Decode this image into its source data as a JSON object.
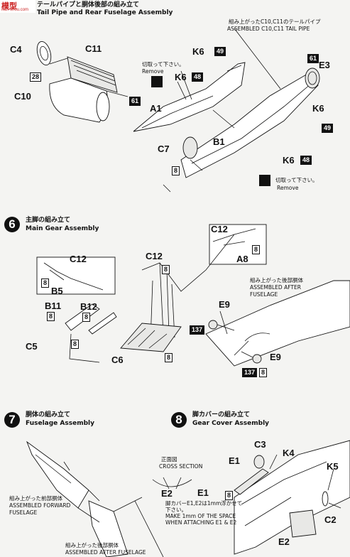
{
  "watermark": {
    "line1": "模型",
    "line2": "nan-shou.com"
  },
  "step5": {
    "title_jp": "テールパイプと胴体後部の組み立て",
    "title_en": "Tail Pipe and Rear Fuselage Assembly",
    "assembled_jp": "組み上がったC10,C11のテールパイプ",
    "assembled_en": "ASSEMBLED C10,C11 TAIL PIPE",
    "remove_jp": "切取って下さい。",
    "remove_en": "Remove",
    "labels": {
      "c4": "C4",
      "c11": "C11",
      "c10": "C10",
      "k6_a": "K6",
      "k6_b": "K6",
      "k6_c": "K6",
      "k6_d": "K6",
      "e3": "E3",
      "a1": "A1",
      "b1": "B1",
      "c7": "C7"
    },
    "nums": {
      "n28": "28",
      "n61a": "61",
      "n49a": "49",
      "n48a": "48",
      "n61b": "61",
      "n49b": "49",
      "n48b": "48",
      "n8": "8"
    }
  },
  "step6": {
    "number": "6",
    "title_jp": "主脚の組み立て",
    "title_en": "Main Gear Assembly",
    "assembled_jp": "組み上がった後部胴体",
    "assembled_en1": "ASSEMBLED AFTER",
    "assembled_en2": "FUSELAGE",
    "labels": {
      "c12_a": "C12",
      "c12_b": "C12",
      "c12_c": "C12",
      "b5": "B5",
      "a8": "A8",
      "b11": "B11",
      "b12": "B12",
      "c5": "C5",
      "c6": "C6",
      "e9_a": "E9",
      "e9_b": "E9"
    },
    "nums": {
      "n8a": "8",
      "n8b": "8",
      "n8c": "8",
      "n8d": "8",
      "n8e": "8",
      "n8f": "8",
      "n8g": "8",
      "n137a": "137",
      "n137b": "137",
      "n8h": "8"
    }
  },
  "step7": {
    "number": "7",
    "title_jp": "胴体の組み立て",
    "title_en": "Fuselage Assembly",
    "fwd_jp": "組み上がった前部胴体",
    "fwd_en1": "ASSEMBLED FORWARD",
    "fwd_en2": "FUSELAGE",
    "aft_jp": "組み上がった後部胴体",
    "aft_en": "ASSEMBLED AFTER FUSELAGE"
  },
  "step8": {
    "number": "8",
    "title_jp": "脚カバーの組み立て",
    "title_en": "Gear Cover Assembly",
    "cross_jp": "正面図",
    "cross_en": "CROSS SECTION",
    "note_jp": "脚カバーE1,E2は1mm浮かせて",
    "note_jp2": "下さい。",
    "note_en1": "MAKE 1mm OF THE SPACE",
    "note_en2": "WHEN ATTACHING E1 & E2",
    "labels": {
      "c3": "C3",
      "k4": "K4",
      "e1_a": "E1",
      "e1_b": "E1",
      "e2_a": "E2",
      "e2_b": "E2",
      "k5": "K5",
      "c2": "C2"
    },
    "nums": {
      "n8": "8"
    }
  }
}
